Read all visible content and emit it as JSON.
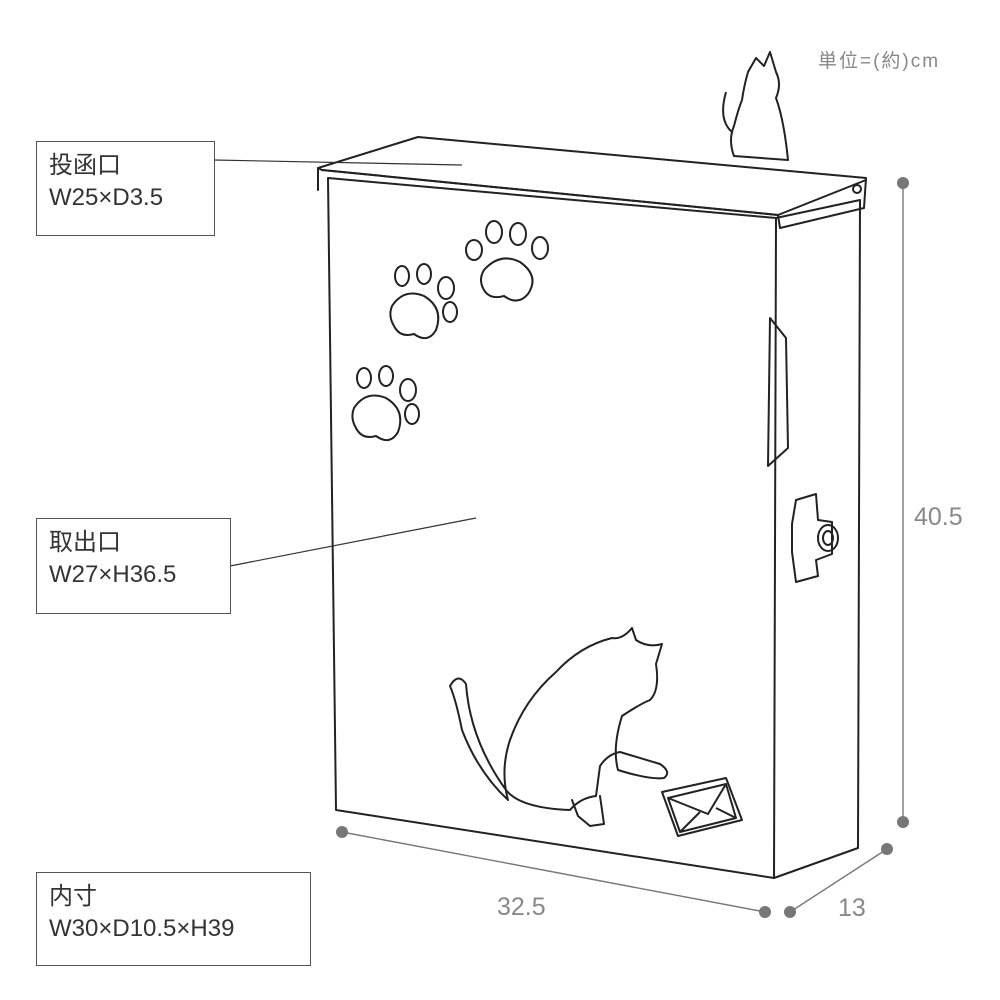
{
  "unit_note": "単位=(約)cm",
  "labels": {
    "slot": {
      "title": "投函口",
      "size": "W25×D3.5"
    },
    "door": {
      "title": "取出口",
      "size": "W27×H36.5"
    },
    "inner": {
      "title": "内寸",
      "size": "W30×D10.5×H39"
    }
  },
  "dimensions": {
    "height": "40.5",
    "width": "32.5",
    "depth": "13"
  },
  "colors": {
    "line": "#222222",
    "dimension": "#777777",
    "text": "#333333"
  },
  "icons": [
    "cat-silhouette-icon",
    "paw-print-icon",
    "envelope-icon",
    "key-lock-icon"
  ]
}
